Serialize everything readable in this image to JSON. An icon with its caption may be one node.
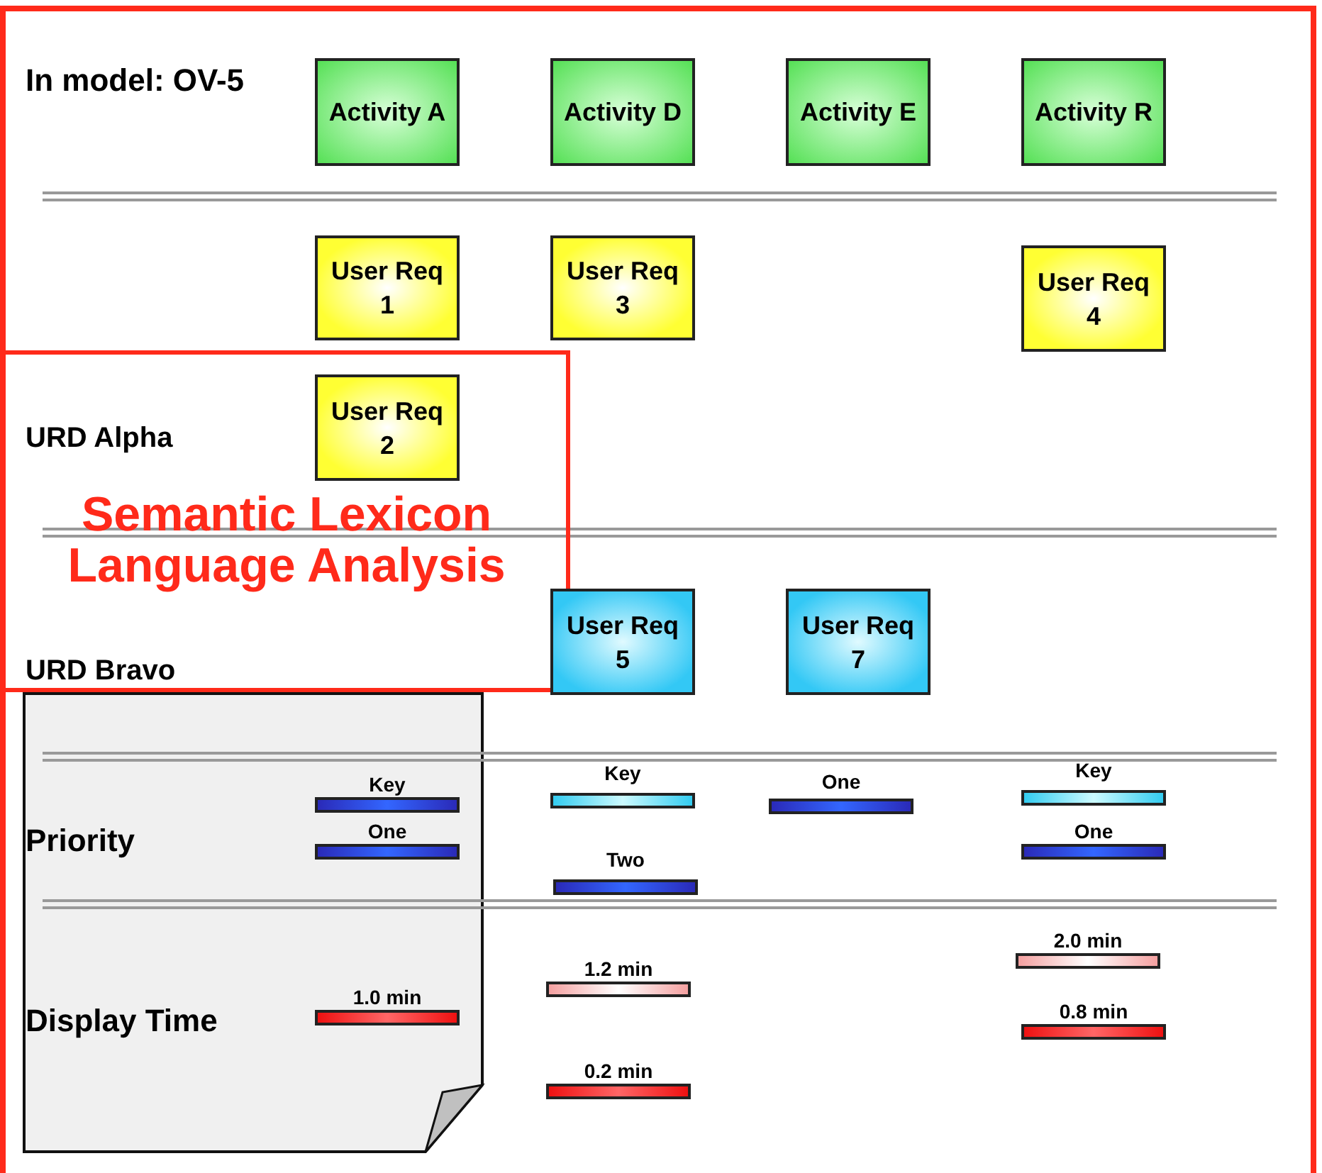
{
  "diagram": {
    "nodes": [
      {
        "text": [
          "Activity A"
        ]
      },
      {
        "text": [
          "Activity D"
        ]
      },
      {
        "text": [
          "Activity E"
        ]
      },
      {
        "text": [
          "Activity R"
        ]
      },
      {
        "text": [
          "User Req 1"
        ]
      },
      {
        "text": [
          "User Req 3"
        ]
      },
      {
        "text": [
          "User Req 4"
        ]
      },
      {
        "text": [
          "Semantic Lexicon Language Analysis"
        ]
      },
      {
        "text": [
          "User Req 2"
        ],
        "in": 7
      },
      {
        "text": [
          "User Req 5"
        ]
      },
      {
        "text": [
          "User Req 7"
        ]
      },
      {
        "text": [
          "Key"
        ]
      },
      {
        "text": [
          "Key"
        ]
      },
      {
        "text": [
          "One"
        ]
      },
      {
        "text": [
          "Key"
        ]
      },
      {
        "text": [
          "One"
        ]
      },
      {
        "text": [
          "One"
        ]
      },
      {
        "text": [
          "Two"
        ]
      },
      {
        "text": [
          "2.0 min"
        ]
      },
      {
        "text": [
          "1.2 min"
        ]
      },
      {
        "text": [
          "1.0 min"
        ]
      },
      {
        "text": [
          "0.8 min"
        ]
      },
      {
        "text": [
          "0.2 min"
        ]
      }
    ],
    "labels": [
      "In model: OV-5",
      "URD Alpha",
      "URD Bravo",
      "Priority",
      "Display Time"
    ]
  }
}
